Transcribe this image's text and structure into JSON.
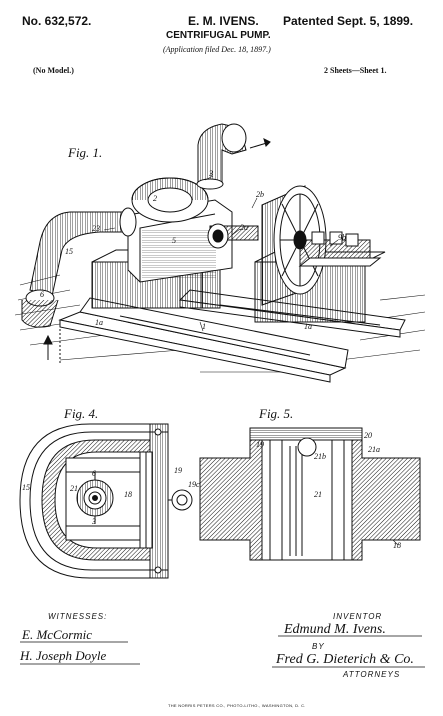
{
  "header": {
    "patent_number": "No. 632,572.",
    "inventor_name": "E. M. IVENS.",
    "patent_date": "Patented Sept. 5, 1899.",
    "title": "CENTRIFUGAL PUMP.",
    "application": "(Application filed Dec. 18, 1897.)",
    "model": "(No Model.)",
    "sheets": "2 Sheets—Sheet 1."
  },
  "figures": {
    "fig1": {
      "label": "Fig. 1.",
      "refs": {
        "r3": "3",
        "r2b": "2b",
        "r2": "2",
        "r2a": "2a",
        "r5": "5",
        "r9b": "9b",
        "r23": "23",
        "r15": "15",
        "r6": "6",
        "r1": "1",
        "r1a_left": "1a",
        "r1a_right": "1a"
      }
    },
    "fig4": {
      "label": "Fig. 4.",
      "refs": {
        "r15": "15",
        "r21": "21",
        "r18": "18",
        "r19": "19",
        "r19c": "19c",
        "r6": "6",
        "r3": "3"
      }
    },
    "fig5": {
      "label": "Fig. 5.",
      "refs": {
        "r20": "20",
        "r21a": "21a",
        "r21b": "21b",
        "r21": "21",
        "r18": "18",
        "r19": "19"
      }
    }
  },
  "signatures": {
    "witnesses_heading": "WITNESSES:",
    "witness_1": "E. McCormic",
    "witness_2": "H. Joseph Doyle",
    "inventor_heading": "INVENTOR",
    "inventor_signature": "Edmund M. Ivens.",
    "by": "BY",
    "attorney_signature": "Fred G. Dieterich & Co.",
    "attorneys_heading": "ATTORNEYS"
  },
  "footer": {
    "printer": "THE NORRIS PETERS CO., PHOTO-LITHO., WASHINGTON, D. C."
  }
}
